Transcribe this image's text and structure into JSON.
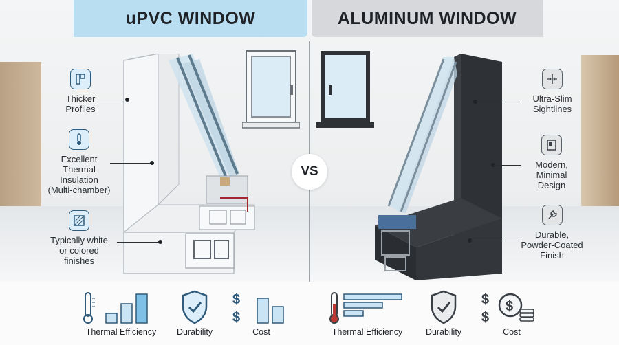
{
  "header": {
    "left_title": "uPVC WINDOW",
    "right_title": "ALUMINUM WINDOW",
    "vs_label": "VS"
  },
  "colors": {
    "upvc_accent": "#b9def2",
    "aluminum_accent": "#d6d8db",
    "upvc_frame": "#f4f5f6",
    "aluminum_frame": "#2e3135",
    "icon_blue": "#2f5a7a"
  },
  "upvc_features": [
    {
      "icon": "thick-profile-icon",
      "label_lines": [
        "Thicker",
        "Profiles"
      ]
    },
    {
      "icon": "thermometer-icon",
      "label_lines": [
        "Excellent",
        "Thermal",
        "Insulation",
        "(Multi-chamber)"
      ]
    },
    {
      "icon": "white-finish-icon",
      "label_lines": [
        "Typically white",
        "or colored",
        "finishes"
      ]
    }
  ],
  "aluminum_features": [
    {
      "icon": "slim-sightline-icon",
      "label_lines": [
        "Ultra-Slim",
        "Sightlines"
      ]
    },
    {
      "icon": "modern-design-icon",
      "label_lines": [
        "Modern,",
        "Minimal",
        "Design"
      ]
    },
    {
      "icon": "wrench-icon",
      "label_lines": [
        "Durable,",
        "Powder-Coated",
        "Finish"
      ]
    }
  ],
  "upvc_metrics": {
    "thermal_label": "Thermal Efficiency",
    "durability_label": "Durability",
    "cost_label": "Cost",
    "thermal_bars": [
      1,
      2,
      3
    ],
    "cost_bars": [
      3,
      2
    ],
    "cost_symbols": [
      "$",
      "$"
    ]
  },
  "aluminum_metrics": {
    "thermal_label": "Thermal Efficiency",
    "durability_label": "Durability",
    "cost_label": "Cost",
    "thermal_bars": [
      3,
      2,
      1
    ],
    "cost_symbols": [
      "$",
      "$",
      "$"
    ]
  }
}
